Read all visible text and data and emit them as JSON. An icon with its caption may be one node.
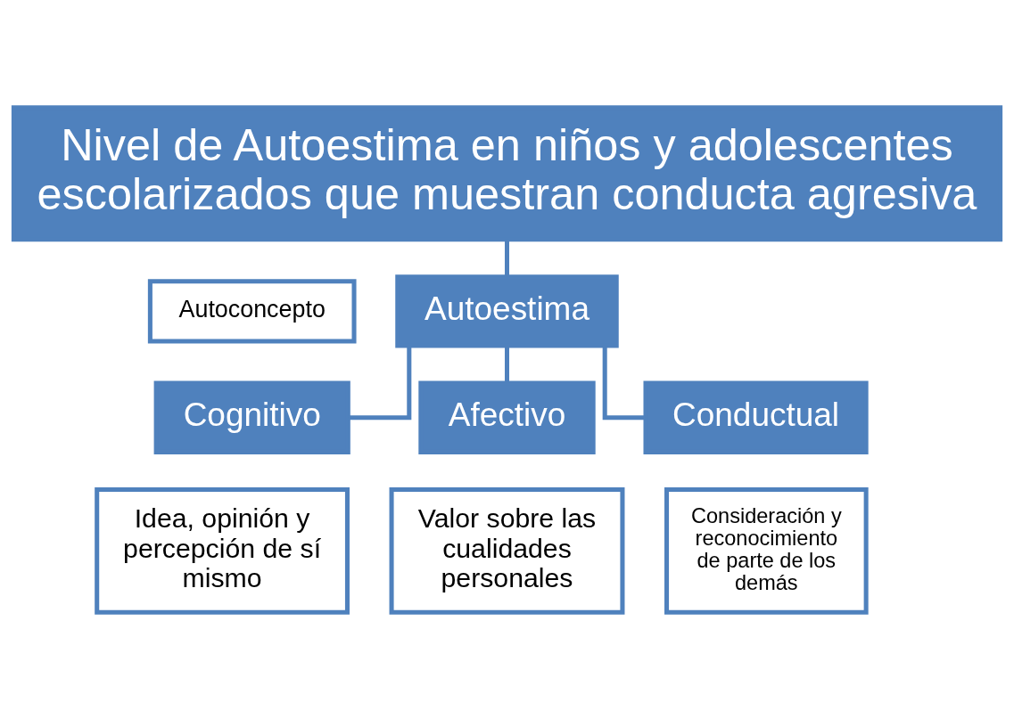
{
  "diagram": {
    "nodes": [
      {
        "text": [
          "Nivel de Autoestima en niños y adolescentes escolarizados que muestran conducta agresiva"
        ]
      },
      {
        "text": [
          "Autoestima"
        ]
      },
      {
        "text": [
          "Autoconcepto"
        ]
      },
      {
        "text": [
          "Cognitivo"
        ]
      },
      {
        "text": [
          "Idea, opinión y percepción de sí mismo"
        ]
      },
      {
        "text": [
          "Afectivo"
        ]
      },
      {
        "text": [
          "Valor sobre las cualidades personales"
        ]
      },
      {
        "text": [
          "Conductual"
        ]
      },
      {
        "text": [
          "Consideración y reconocimiento de parte de los demás"
        ]
      }
    ],
    "edges": [
      {
        "from": 0,
        "to": 1,
        "arrow": "none"
      },
      {
        "from": 1,
        "to": 3,
        "arrow": "none"
      },
      {
        "from": 1,
        "to": 5,
        "arrow": "none"
      },
      {
        "from": 1,
        "to": 7,
        "arrow": "none"
      }
    ]
  }
}
